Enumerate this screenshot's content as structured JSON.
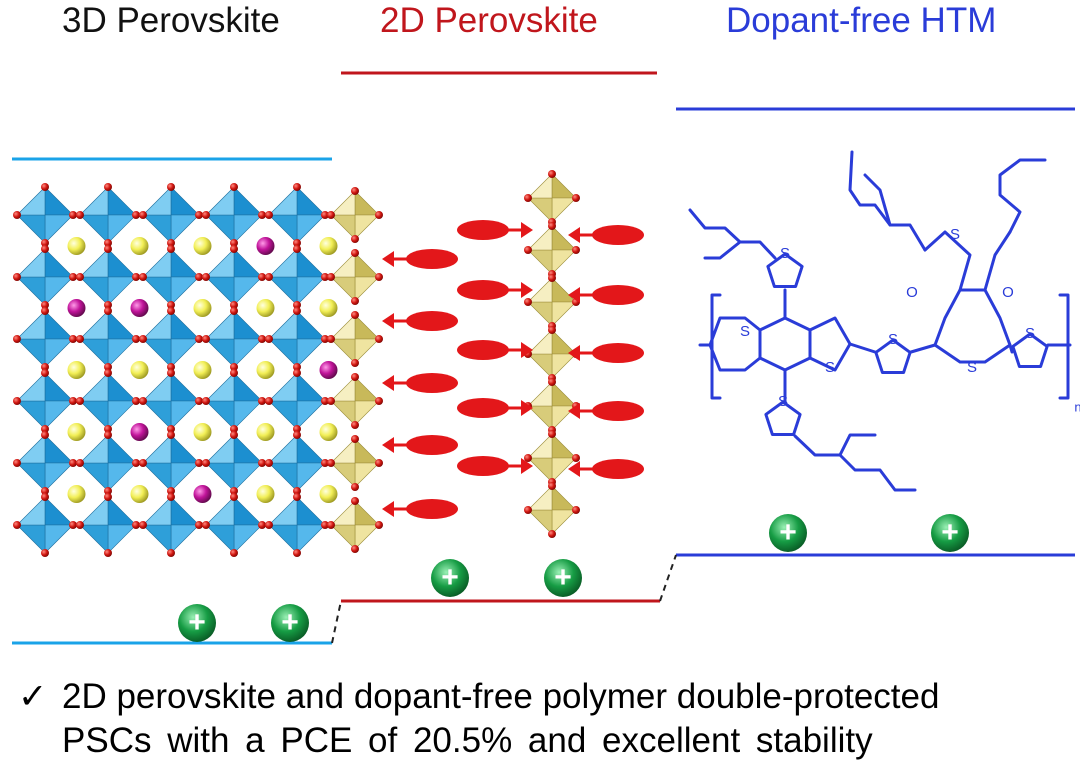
{
  "headings": {
    "perovskite_3d": "3D Perovskite",
    "perovskite_2d": "2D Perovskite",
    "htm": "Dopant-free HTM"
  },
  "molecule_labels": {
    "sulfur": "S",
    "oxygen": "O",
    "repeat_subscript": "n"
  },
  "hole_symbol": "+",
  "summary": {
    "check": "✓",
    "line1": "2D perovskite and dopant-free polymer double-protected",
    "line2": "PSCs with a PCE of 20.5% and excellent stability"
  },
  "colors": {
    "perovskite_3d": "#1aa3e8",
    "perovskite_2d": "#c0161c",
    "htm": "#2a3cd8",
    "octahedron_3d": "#2e9fd9",
    "octahedron_2d": "#d8cc7a",
    "halide_atom": "#d0150f",
    "a_cation_yellow": "#f2ef56",
    "a_cation_magenta": "#c1149a",
    "hole": "#169c44",
    "arrow": "#e3171a"
  }
}
